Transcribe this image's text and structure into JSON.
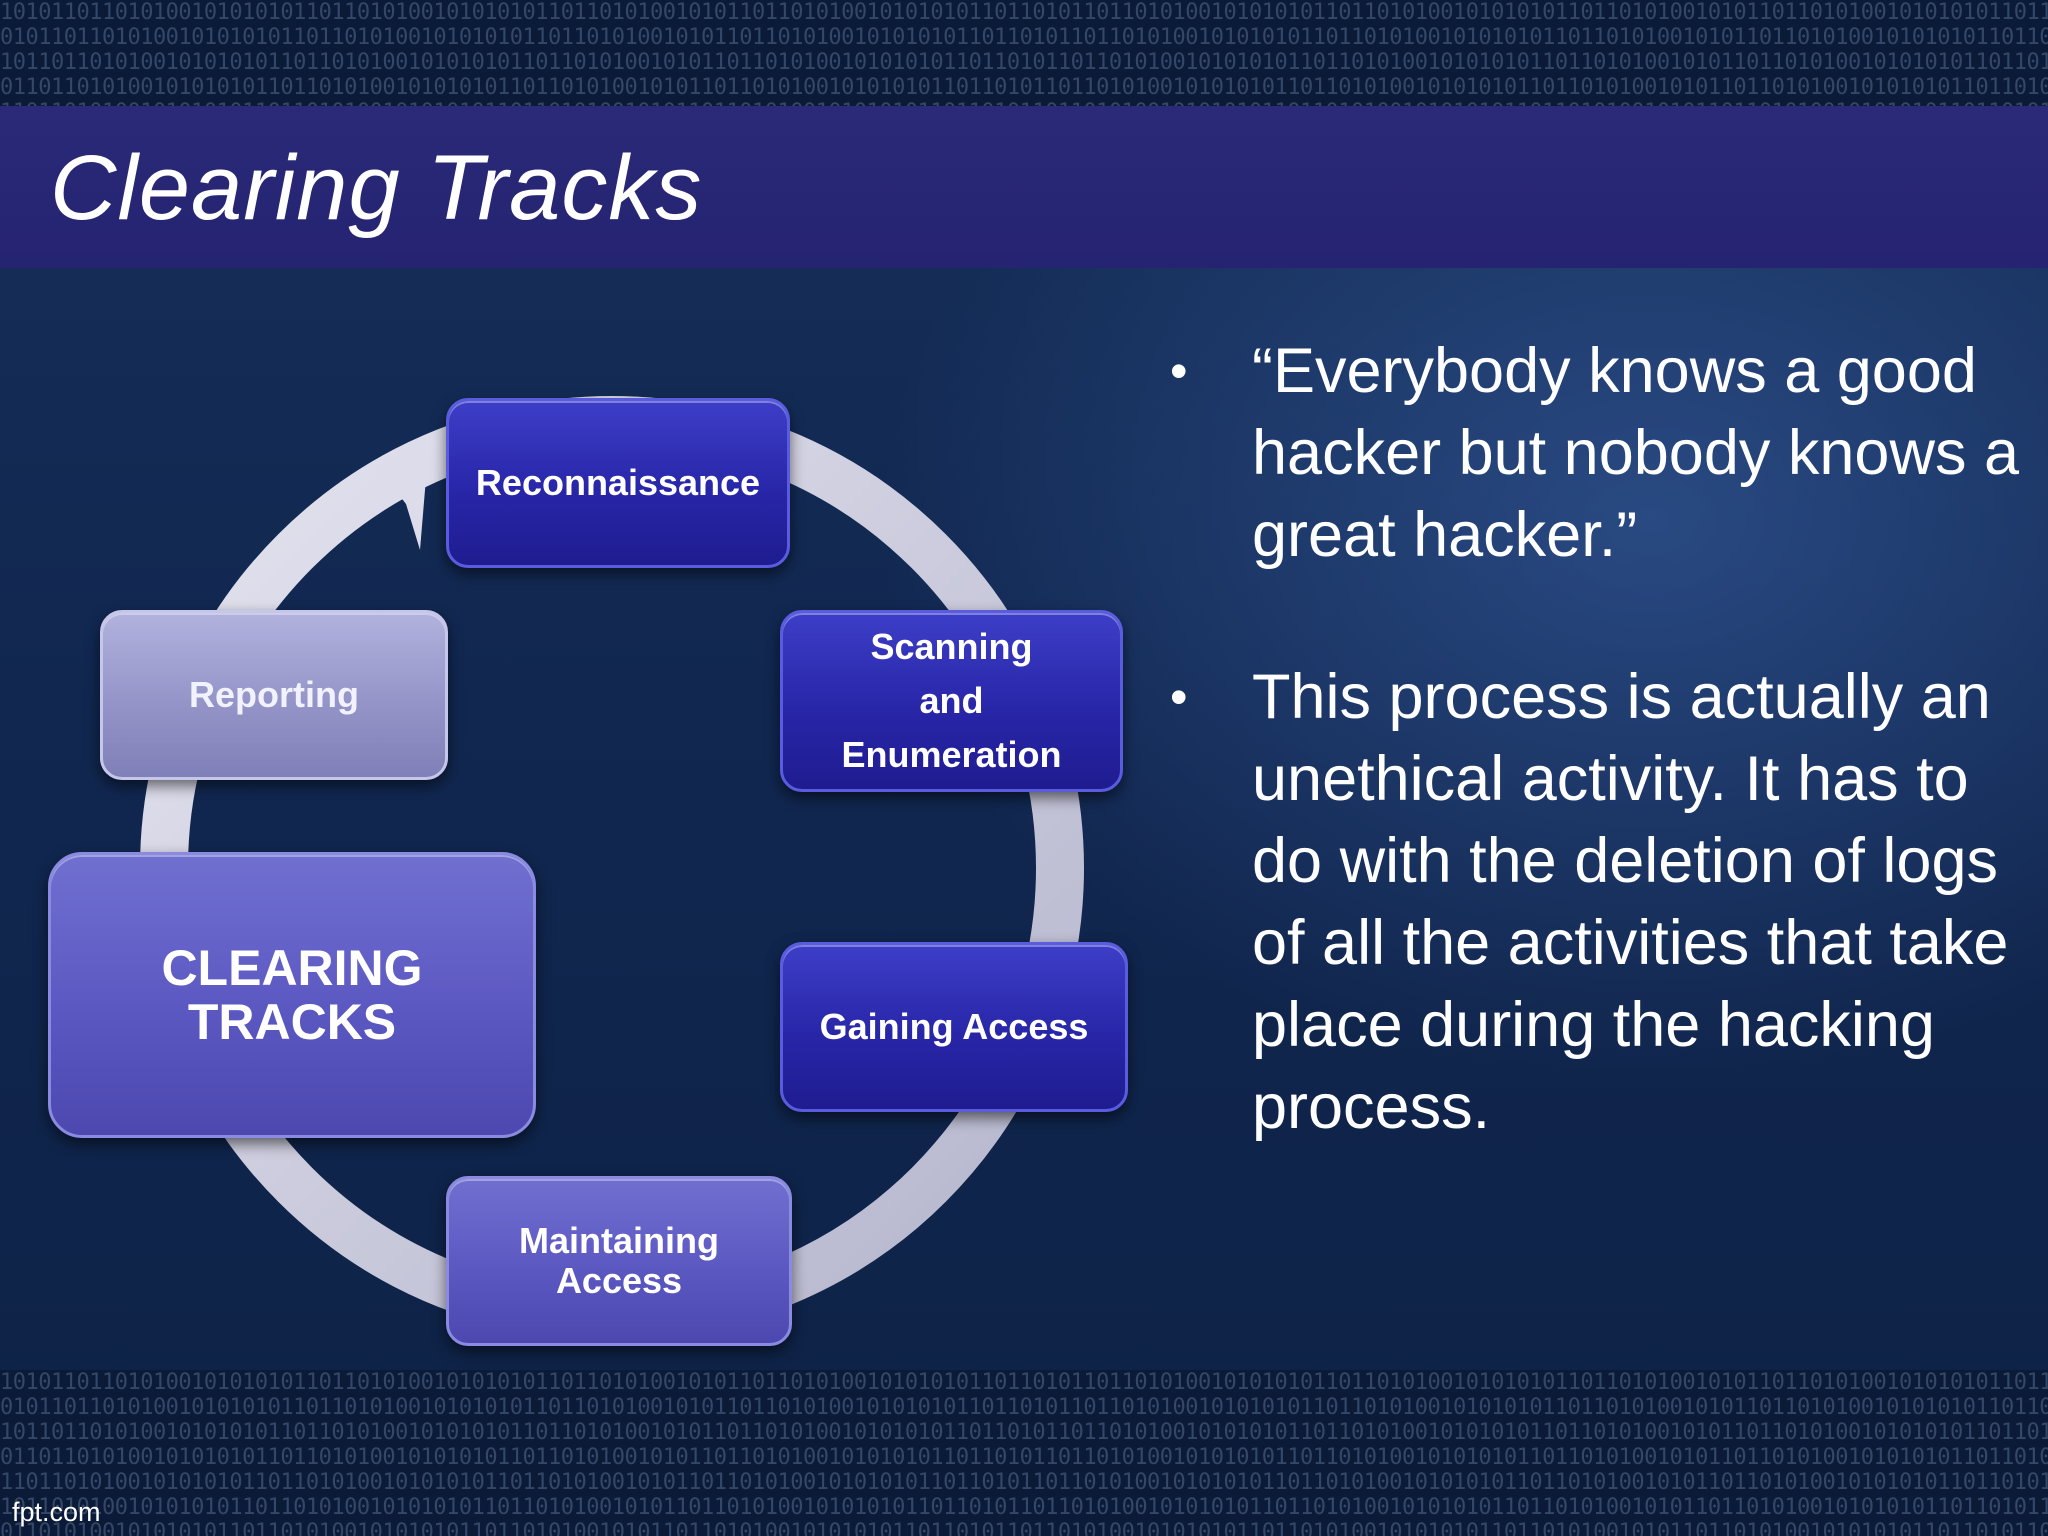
{
  "slide": {
    "title": "Clearing Tracks",
    "brand": "fpt.com"
  },
  "cycle": {
    "stages": [
      {
        "key": "recon",
        "label": "Reconnaissance"
      },
      {
        "key": "scan",
        "label": "Scanning\nand\nEnumeration"
      },
      {
        "key": "gain",
        "label": "Gaining Access"
      },
      {
        "key": "maint",
        "label": "Maintaining\nAccess"
      },
      {
        "key": "clear",
        "label": "CLEARING\nTRACKS"
      },
      {
        "key": "report",
        "label": "Reporting"
      }
    ]
  },
  "bullets": [
    "“Everybody knows a good hacker but nobody knows a great hacker.”",
    "This process is actually an unethical activity. It has to do with the deletion of logs of all the activities that take place during the hacking process."
  ],
  "colors": {
    "title_bar": "#252372",
    "stage_dark": "#2826a8",
    "stage_light": "#9494c8",
    "ring": "#c8c8dc"
  },
  "icons": {
    "cycle_arrow": "arrow-head-icon",
    "bullet": "bullet-dot-icon"
  }
}
